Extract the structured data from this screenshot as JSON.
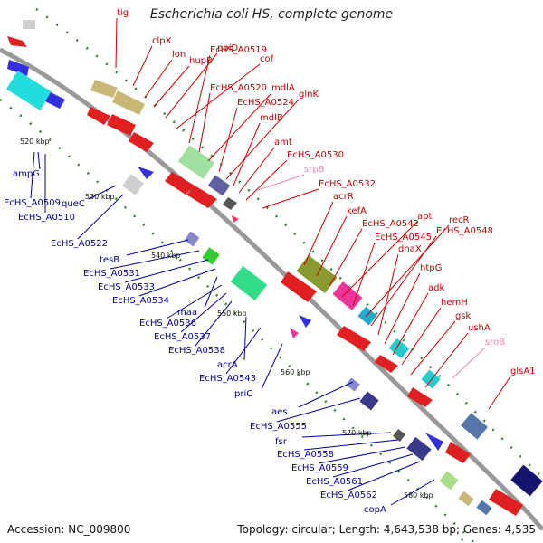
{
  "title": "Escherichia coli HS, complete genome",
  "accession": "Accession: NC_009800",
  "topology": "Topology: circular; Length: 4,643,538 bp; Genes: 4,535",
  "colors": {
    "outer": "#cc0000",
    "inner": "#000099",
    "rna": "#ee88aa"
  },
  "scale_marks": [
    "520 kbp",
    "530 kbp",
    "540 kbp",
    "550 kbp",
    "560 kbp",
    "570 kbp",
    "580 kbp"
  ],
  "genes_outer": [
    "tig",
    "clpX",
    "lon",
    "hupB",
    "ppiD",
    "cof",
    "EcHS_A0519",
    "EcHS_A0520",
    "mdlA",
    "EcHS_A0524",
    "glnK",
    "mdlB",
    "amt",
    "EcHS_A0530",
    "srpB",
    "EcHS_A0532",
    "acrR",
    "kefA",
    "EcHS_A0542",
    "apt",
    "EcHS_A0545",
    "recR",
    "EcHS_A0548",
    "dnaX",
    "htpG",
    "adk",
    "hemH",
    "gsk",
    "ushA",
    "sroB",
    "glsA1"
  ],
  "genes_inner": [
    "ampG",
    "EcHS_A0509",
    "EcHS_A0510",
    "queC",
    "EcHS_A0522",
    "tesB",
    "EcHS_A0531",
    "EcHS_A0533",
    "EcHS_A0534",
    "maa",
    "EcHS_A0536",
    "EcHS_A0537",
    "EcHS_A0538",
    "acrA",
    "EcHS_A0543",
    "priC",
    "aes",
    "EcHS_A0555",
    "fsr",
    "EcHS_A0558",
    "EcHS_A0559",
    "EcHS_A0561",
    "EcHS_A0562",
    "copA"
  ]
}
